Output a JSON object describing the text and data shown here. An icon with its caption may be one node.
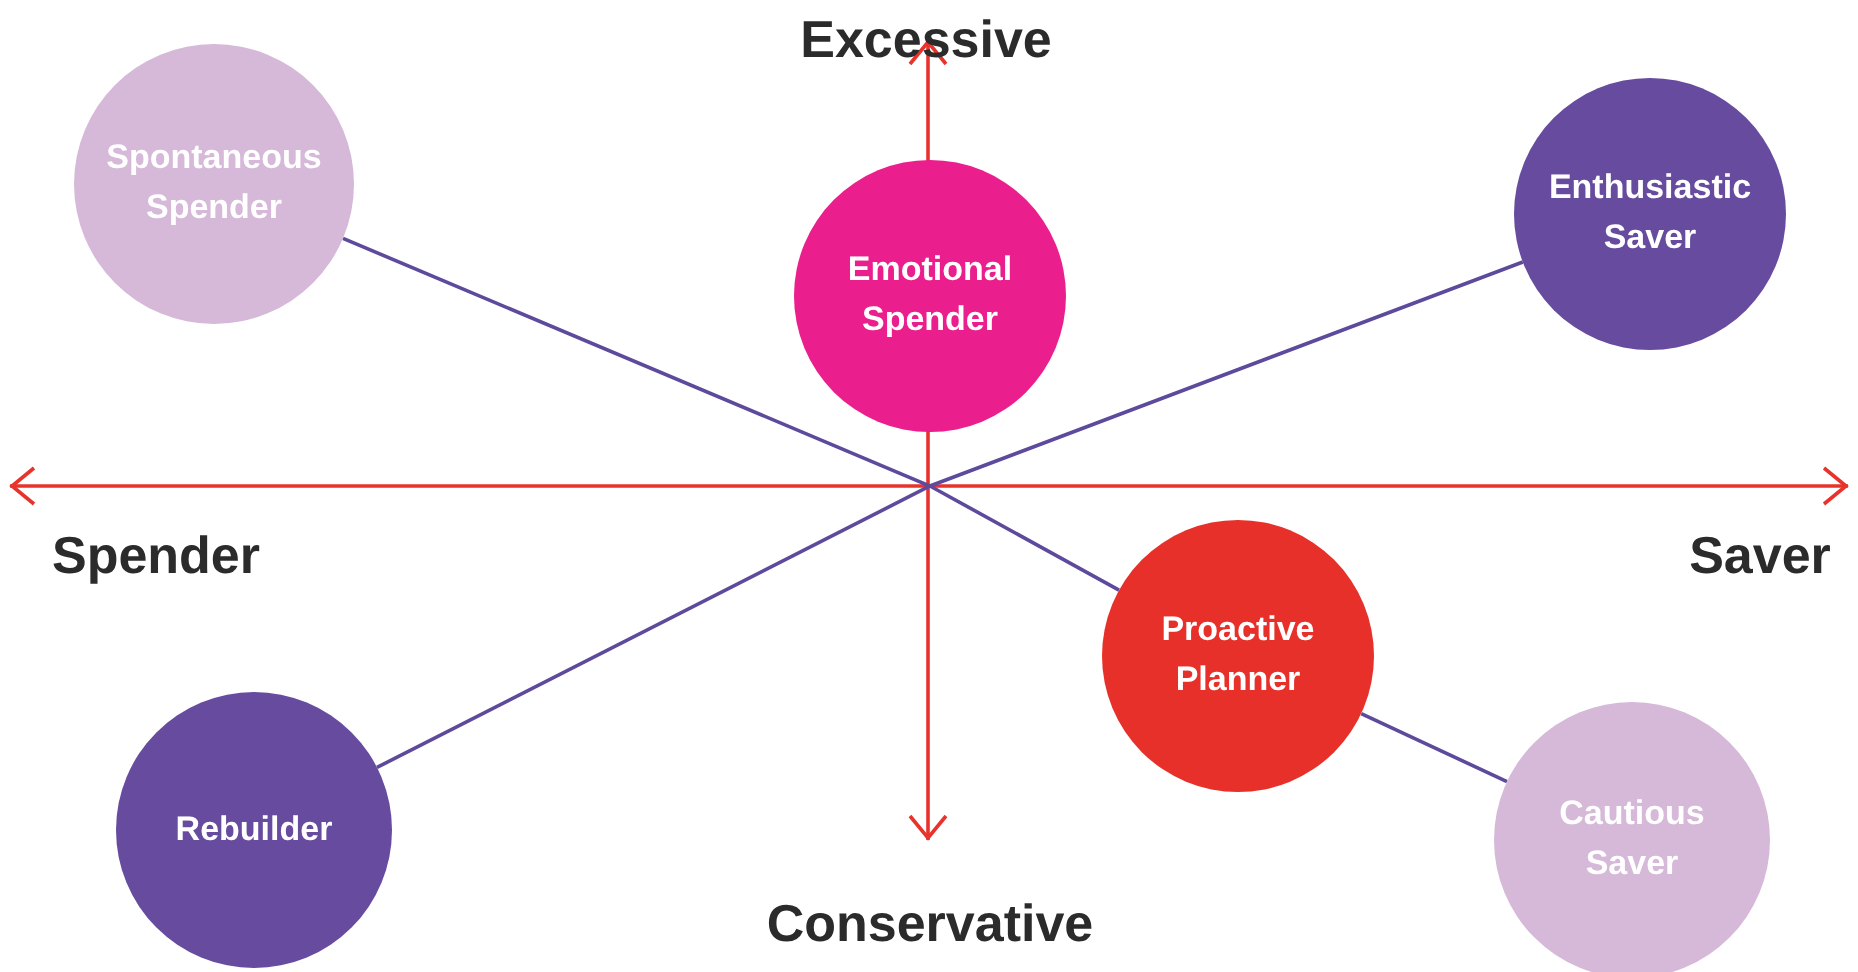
{
  "diagram": {
    "nodes": [
      {
        "text": [
          "Spontaneous Spender"
        ]
      },
      {
        "text": [
          "Emotional Spender"
        ]
      },
      {
        "text": [
          "Enthusiastic Saver"
        ]
      },
      {
        "text": [
          "Proactive Planner"
        ]
      },
      {
        "text": [
          "Rebuilder"
        ]
      },
      {
        "text": [
          "Cautious Saver"
        ]
      }
    ],
    "edges": [
      {
        "from": 0,
        "to": 3,
        "arrow": "none"
      },
      {
        "from": 3,
        "to": 5,
        "arrow": "none"
      },
      {
        "from": 4,
        "to": 2,
        "arrow": "none"
      }
    ],
    "labels": [
      "Excessive",
      "Spender",
      "Saver",
      "Conservative"
    ]
  }
}
